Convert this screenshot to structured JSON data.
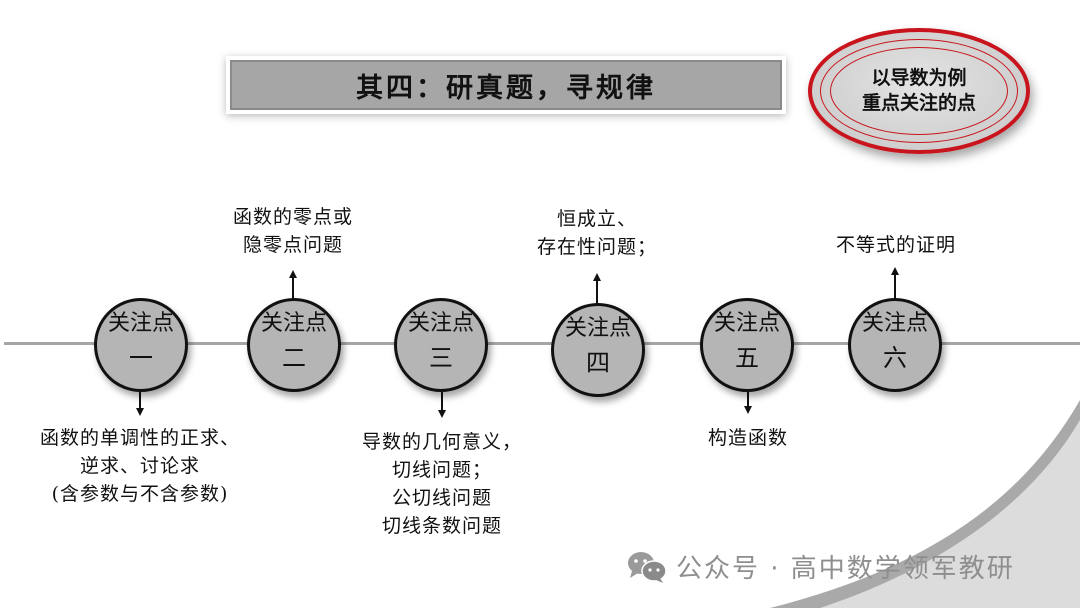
{
  "slide": {
    "title": "其四：研真题，寻规律",
    "badge": {
      "line1": "以导数为例",
      "line2": "重点关注的点",
      "accent_color": "#c8141c"
    },
    "timeline": {
      "line_color": "#a6a6a6",
      "node_fill": "#b5b5b5",
      "nodes": [
        {
          "label": "关注点",
          "number": "一",
          "note_position": "below",
          "note_lines": [
            "函数的单调性的正求、",
            "逆求、讨论求",
            "(含参数与不含参数)"
          ]
        },
        {
          "label": "关注点",
          "number": "二",
          "note_position": "above",
          "note_lines": [
            "函数的零点或",
            "隐零点问题"
          ]
        },
        {
          "label": "关注点",
          "number": "三",
          "note_position": "below",
          "note_lines": [
            "导数的几何意义，",
            "切线问题；",
            "公切线问题",
            "切线条数问题"
          ]
        },
        {
          "label": "关注点",
          "number": "四",
          "note_position": "above",
          "note_lines": [
            "恒成立、",
            "存在性问题；"
          ]
        },
        {
          "label": "关注点",
          "number": "五",
          "note_position": "below",
          "note_lines": [
            "构造函数"
          ]
        },
        {
          "label": "关注点",
          "number": "六",
          "note_position": "above",
          "note_lines": [
            "不等式的证明"
          ]
        }
      ]
    }
  },
  "watermark": {
    "icon": "wechat-icon",
    "text": "公众号 · 高中数学领军教研"
  }
}
